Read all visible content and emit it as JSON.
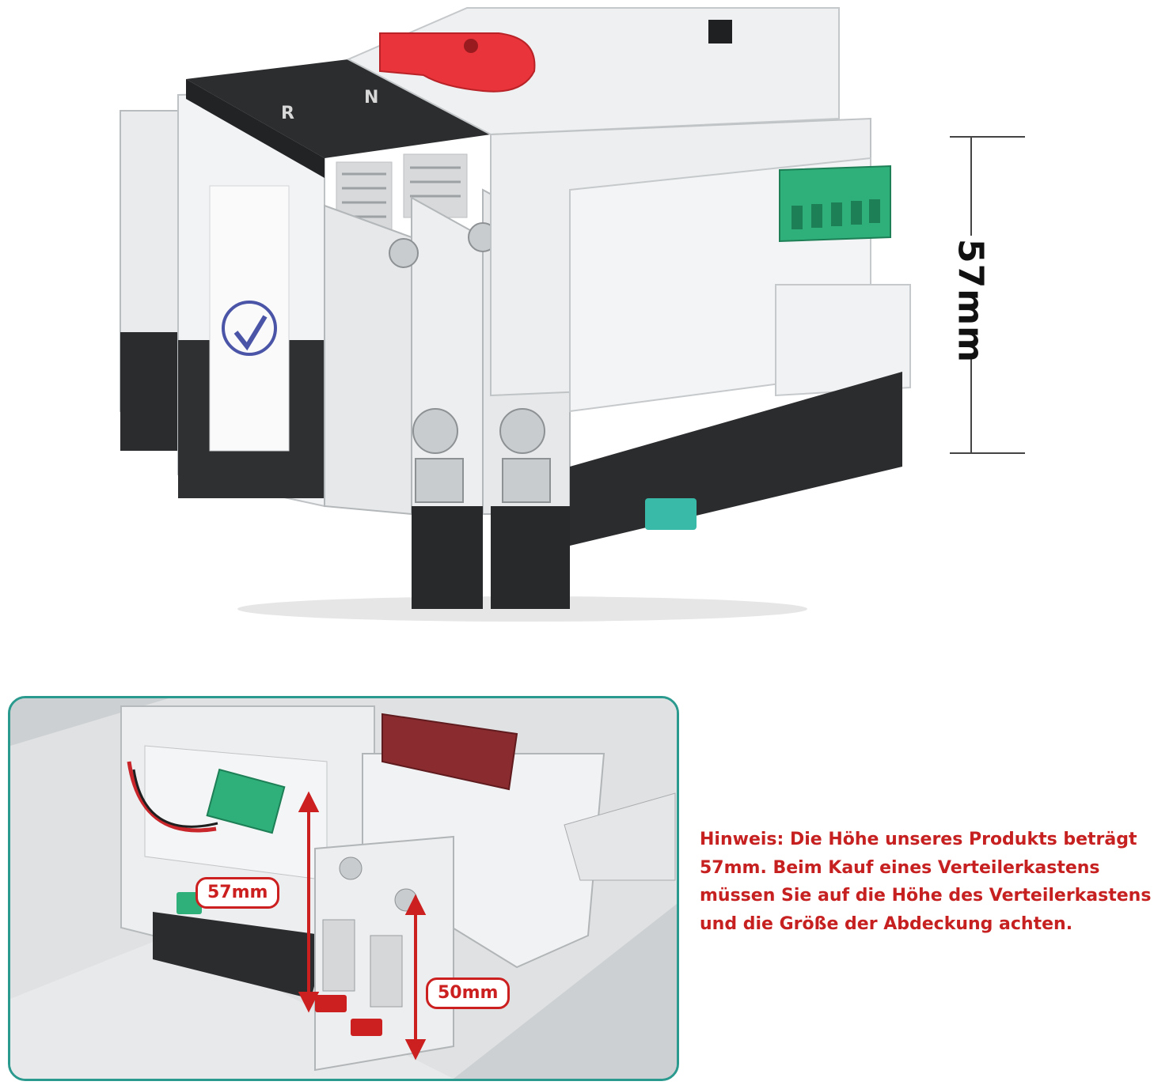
{
  "product_image": {
    "dimension_label": "57mm"
  },
  "photo": {
    "height_tag_left": "57mm",
    "height_tag_right": "50mm"
  },
  "note": {
    "text": "Hinweis: Die Höhe unseres Produkts beträgt 57mm. Beim Kauf eines Verteilerkastens müssen Sie auf die Höhe des Verteilerkastens und die Größe der Abdeckung achten."
  },
  "colors": {
    "accent_red": "#cc1f1f",
    "frame_teal": "#2a9a8e",
    "knob_red": "#e8343a",
    "terminal_green": "#2fb07a"
  }
}
